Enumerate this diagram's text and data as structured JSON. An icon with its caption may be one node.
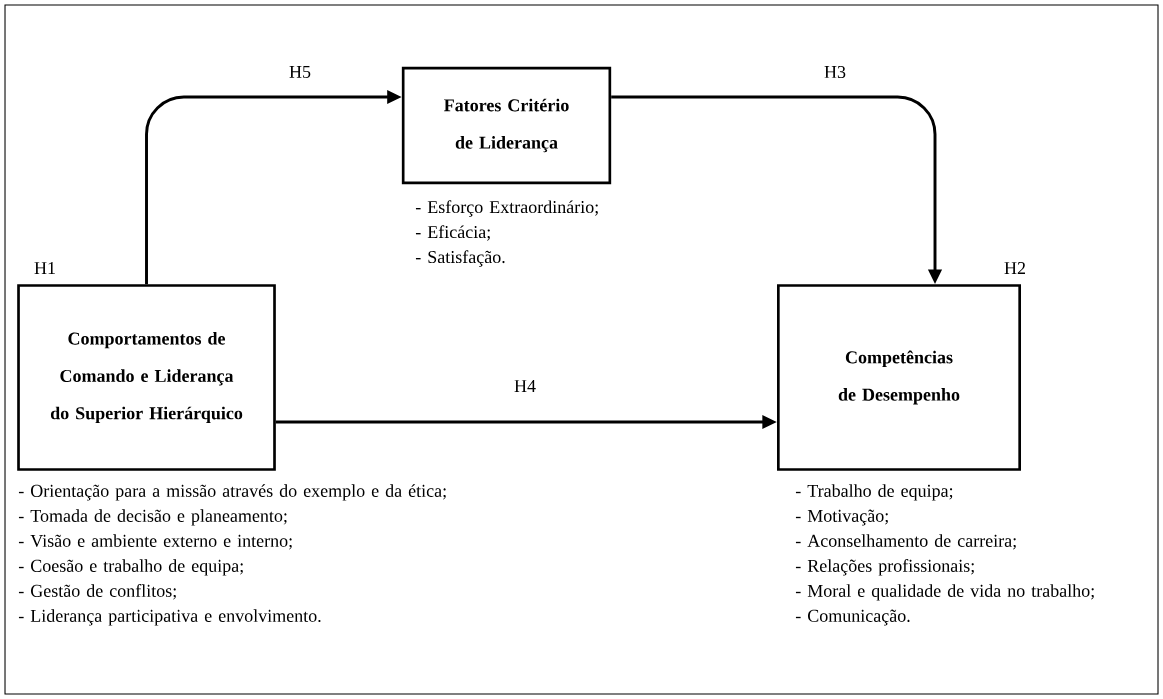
{
  "diagram": {
    "nodes": [
      {
        "text": [
          "Fatores Critério de Liderança"
        ],
        "beside": [
          "- Esforço Extraordinário;",
          "- Eficácia;",
          "- Satisfação."
        ]
      },
      {
        "text": [
          "Comportamentos de Comando e Liderança do Superior Hierárquico"
        ],
        "beside": [
          "- Orientação para a missão através do exemplo e da ética;",
          "- Tomada de decisão e planeamento;",
          "- Visão e ambiente externo e interno;",
          "- Coesão e trabalho de equipa;",
          "- Gestão de conflitos;",
          "- Liderança participativa e envolvimento."
        ]
      },
      {
        "text": [
          "Competências de Desempenho"
        ],
        "beside": [
          "- Trabalho de equipa;",
          "- Motivação;",
          "- Aconselhamento de carreira;",
          "- Relações profissionais;",
          "- Moral e qualidade de vida no trabalho;",
          "- Comunicação."
        ]
      }
    ],
    "edges": [
      {
        "from": 1,
        "to": 0,
        "arrow": "to",
        "label": "H5"
      },
      {
        "from": 0,
        "to": 2,
        "arrow": "to",
        "label": "H3"
      },
      {
        "from": 1,
        "to": 2,
        "arrow": "to",
        "label": "H4"
      }
    ],
    "labels": [
      "H1",
      "H2"
    ]
  }
}
